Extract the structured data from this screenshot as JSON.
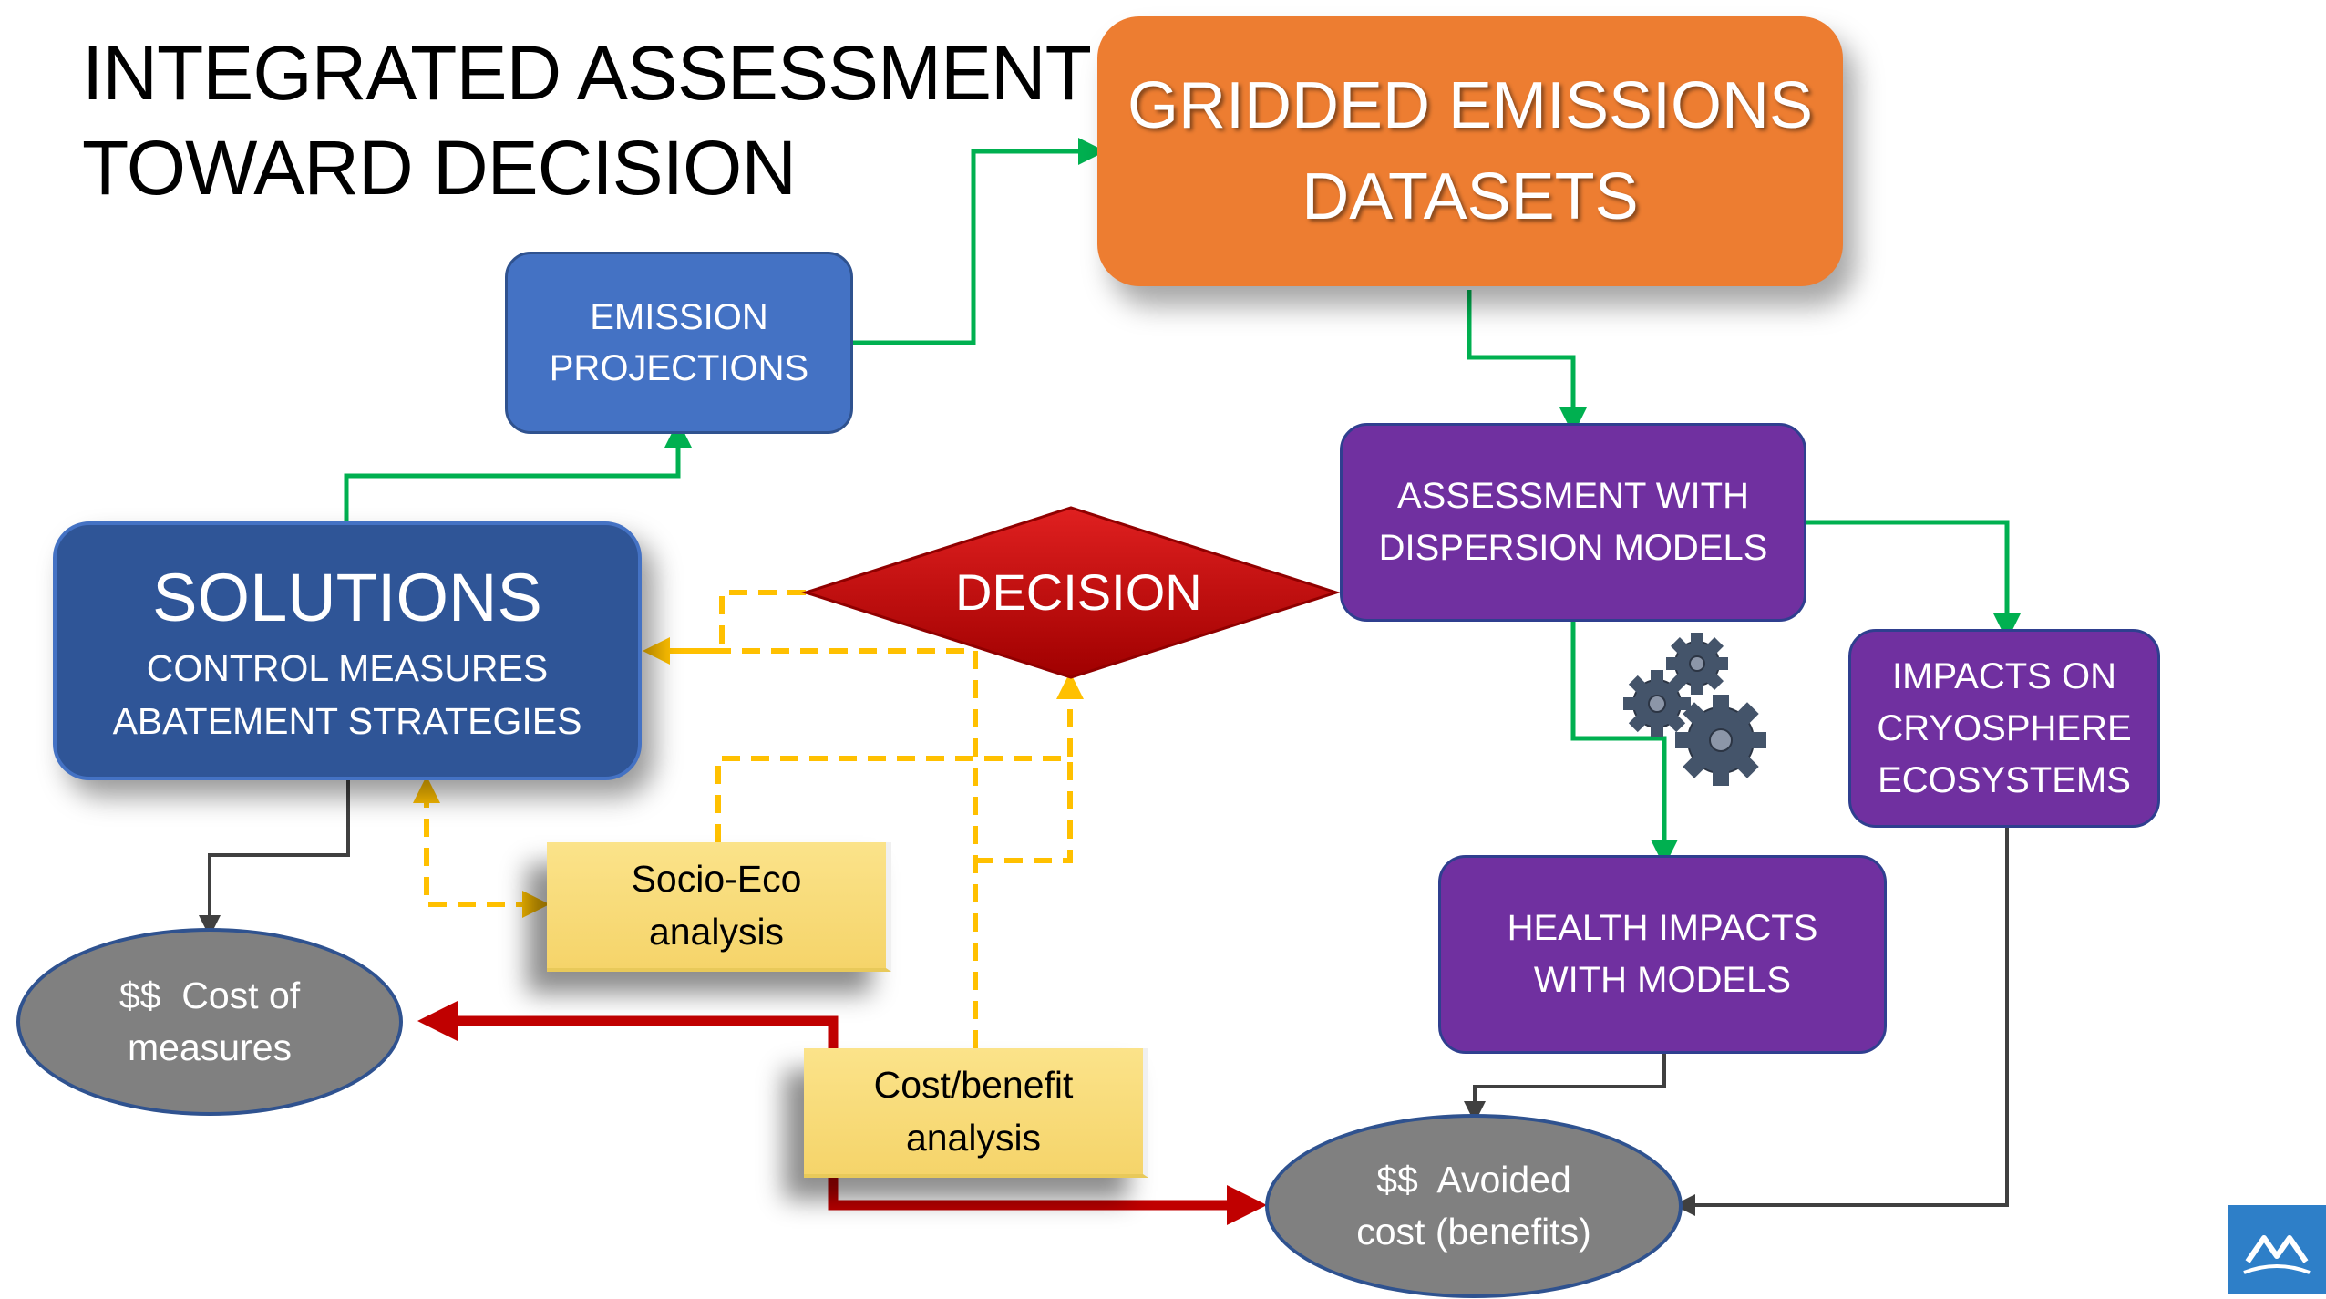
{
  "title_line1": "INTEGRATED ASSESSMENT",
  "title_line2": "TOWARD DECISION",
  "gridded": {
    "line1": "GRIDDED EMISSIONS",
    "line2": "DATASETS"
  },
  "projections": {
    "line1": "EMISSION",
    "line2": "PROJECTIONS"
  },
  "assessment": {
    "line1": "ASSESSMENT WITH",
    "line2": "DISPERSION MODELS"
  },
  "cryosphere": {
    "line1": "IMPACTS ON",
    "line2": "CRYOSPHERE",
    "line3": "ECOSYSTEMS"
  },
  "health": {
    "line1": "HEALTH IMPACTS",
    "line2": "WITH MODELS"
  },
  "solutions": {
    "title": "SOLUTIONS",
    "line1": "CONTROL MEASURES",
    "line2": "ABATEMENT STRATEGIES"
  },
  "decision": "DECISION",
  "socio": {
    "line1": "Socio-Eco",
    "line2": "analysis"
  },
  "costbenefit": {
    "line1": "Cost/benefit",
    "line2": "analysis"
  },
  "cost_measures": {
    "line1": "$$  Cost of",
    "line2": "measures"
  },
  "avoided": {
    "line1": "$$  Avoided",
    "line2": "cost (benefits)"
  },
  "colors": {
    "green_arrow": "#00b050",
    "yellow_dashed": "#ffc000",
    "red_arrow": "#c00000",
    "dark_arrow": "#404040",
    "orange_box": "#ed7d31",
    "purple_box": "#7030a0",
    "blue_box": "#4472c4",
    "solutions_box": "#2f5597",
    "decision_diamond": "#c00000",
    "oval_fill": "#808080"
  },
  "icons": {
    "gears": "gears-icon",
    "logo": "mountain-logo-icon"
  }
}
